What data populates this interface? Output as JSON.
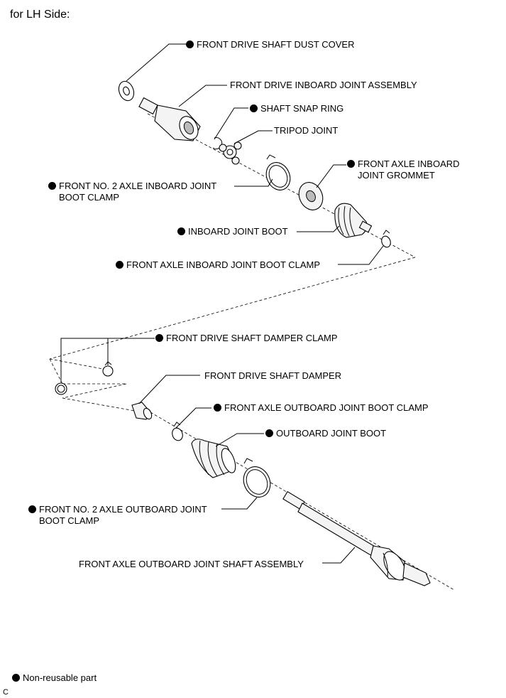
{
  "title": "for LH Side:",
  "labels": {
    "dust_cover": "FRONT DRIVE SHAFT DUST COVER",
    "inboard_joint_assembly": "FRONT DRIVE INBOARD JOINT ASSEMBLY",
    "shaft_snap_ring": "SHAFT SNAP RING",
    "tripod_joint": "TRIPOD JOINT",
    "inboard_grommet_1": "FRONT AXLE INBOARD",
    "inboard_grommet_2": "JOINT GROMMET",
    "no2_inboard_clamp_1": "FRONT NO. 2 AXLE INBOARD JOINT",
    "no2_inboard_clamp_2": "BOOT CLAMP",
    "inboard_boot": "INBOARD JOINT BOOT",
    "inboard_boot_clamp": "FRONT AXLE INBOARD JOINT BOOT CLAMP",
    "damper_clamp": "FRONT DRIVE SHAFT DAMPER CLAMP",
    "damper": "FRONT DRIVE SHAFT DAMPER",
    "outboard_boot_clamp": "FRONT AXLE OUTBOARD JOINT BOOT CLAMP",
    "outboard_boot": "OUTBOARD JOINT BOOT",
    "no2_outboard_clamp_1": "FRONT NO. 2 AXLE OUTBOARD JOINT",
    "no2_outboard_clamp_2": "BOOT CLAMP",
    "outboard_shaft_assembly": "FRONT AXLE OUTBOARD JOINT SHAFT ASSEMBLY"
  },
  "legend": "Non-reusable part",
  "figure_code": "C"
}
